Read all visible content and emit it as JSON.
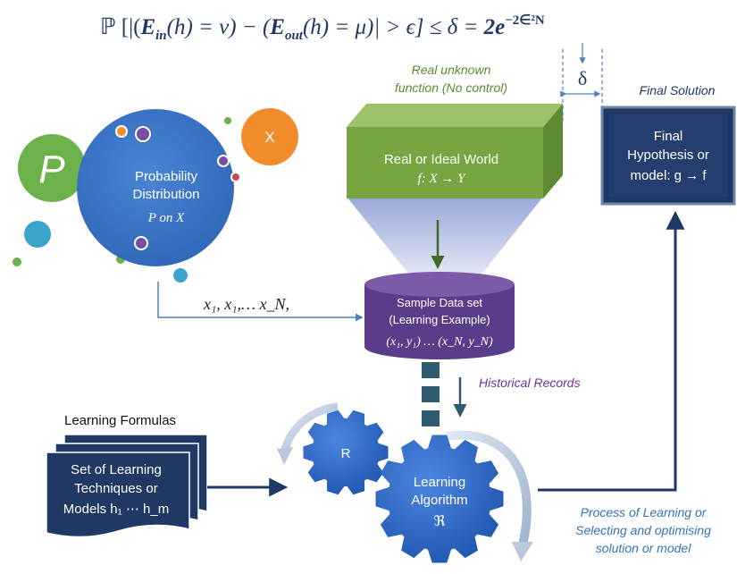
{
  "equation": {
    "prob": "ℙ [|(",
    "e_in": "E",
    "e_in_sub": "in",
    "h_in": "(h) = ν) − (",
    "e_out": "E",
    "e_out_sub": "out",
    "h_out": "(h) = μ)| > ϵ] ≤ δ = ",
    "bound": "2e",
    "exponent": "−2∈²N"
  },
  "delta_symbol": "δ",
  "labels": {
    "real_unknown_1": "Real unknown",
    "real_unknown_2": "function (No control)",
    "final_solution": "Final Solution",
    "historical_records": "Historical Records",
    "learning_formulas": "Learning Formulas",
    "process_1": "Process of Learning or",
    "process_2": "Selecting and optimising",
    "process_3": "solution or model",
    "samples": "x₁, x₁,… x_N,"
  },
  "prob_dist": {
    "line1": "Probability",
    "line2": "Distribution",
    "line3": "P on X",
    "p_letter": "P",
    "x_letter": "X"
  },
  "world_box": {
    "line1": "Real  or Ideal World",
    "line2": "f: X → Y"
  },
  "dataset": {
    "line1": "Sample Data  set",
    "line2": "(Learning Example)",
    "line3": "(x₁, y₁) … (x_N, y_N)"
  },
  "hypothesis": {
    "line1": "Final",
    "line2": "Hypothesis or",
    "line3": "model: g → f"
  },
  "techniques": {
    "line1": "Set of Learning",
    "line2": "Techniques or",
    "line3": "Models h₁ ⋯ h_m"
  },
  "gears": {
    "small": "R",
    "big_1": "Learning",
    "big_2": "Algorithm",
    "big_3": "ℜ"
  },
  "colors": {
    "dark_blue": "#1f3864",
    "mid_blue": "#3a6fc4",
    "green": "#70a03c",
    "purple": "#5a3d8a",
    "orange": "#f28c2a",
    "teal": "#3aa5c8",
    "accent_text": "#2e75b6"
  }
}
